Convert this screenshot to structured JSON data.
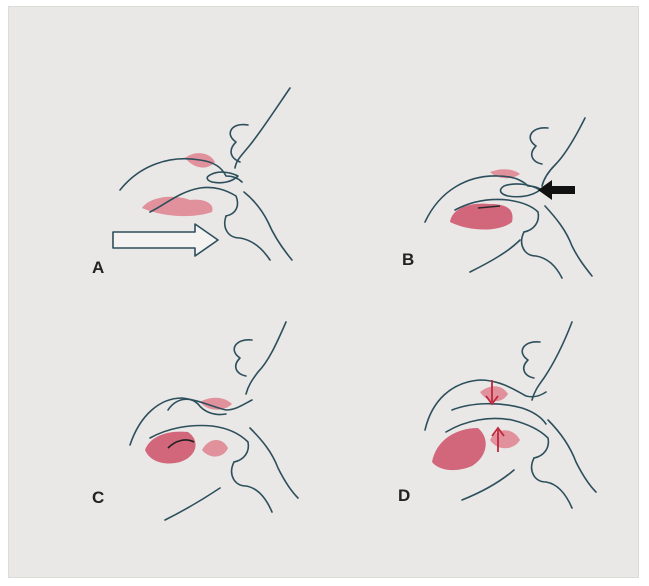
{
  "figure": {
    "panels": [
      {
        "id": "A",
        "label": "A",
        "arrow": "hollow-right-arrow"
      },
      {
        "id": "B",
        "label": "B",
        "arrow": "solid-left-arrow"
      },
      {
        "id": "C",
        "label": "C",
        "arrow": ""
      },
      {
        "id": "D",
        "label": "D",
        "arrow": "red-vertical-arrows"
      }
    ],
    "colors": {
      "background": "#e9e8e6",
      "outline": "#2d4f5c",
      "tissue": "#d9485f"
    }
  }
}
